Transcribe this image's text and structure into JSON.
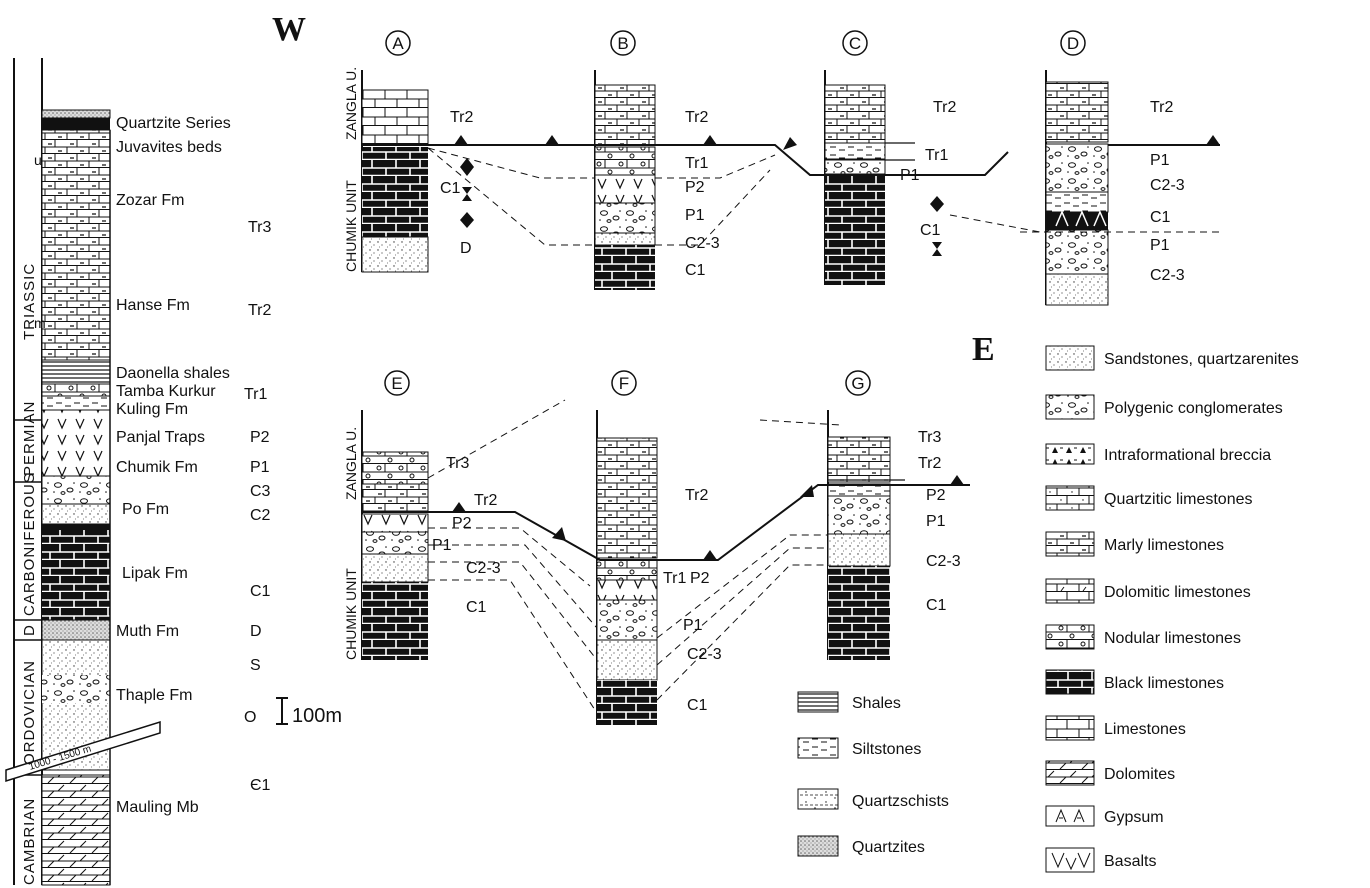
{
  "headings": {
    "west": "W",
    "east": "E"
  },
  "periods": [
    "TRIASSIC",
    "PERMIAN",
    "CARBONIFEROUS",
    "D",
    "ORDOVICIAN",
    "CAMBRIAN"
  ],
  "column_marks": [
    "u",
    "m"
  ],
  "formations": [
    {
      "name": "Quartzite Series",
      "age": ""
    },
    {
      "name": "Juvavites beds",
      "age": ""
    },
    {
      "name": "Zozar Fm",
      "age": "Tr3"
    },
    {
      "name": "Hanse Fm",
      "age": "Tr2"
    },
    {
      "name": "Daonella shales",
      "age": ""
    },
    {
      "name": "Tamba Kurkur",
      "age": "Tr1"
    },
    {
      "name": "Kuling Fm",
      "age": ""
    },
    {
      "name": "Panjal Traps",
      "age": "P2"
    },
    {
      "name": "Chumik Fm",
      "age": "P1"
    },
    {
      "name": "Po Fm",
      "age": "C3"
    },
    {
      "name": "",
      "age": "C2"
    },
    {
      "name": "Lipak Fm",
      "age": "C1"
    },
    {
      "name": "Muth Fm",
      "age": "D"
    },
    {
      "name": "",
      "age": "S"
    },
    {
      "name": "Thaple Fm",
      "age": "O"
    },
    {
      "name": "Mauling Mb",
      "age": "Є1"
    }
  ],
  "gap_note": "1000 - 1500 m",
  "scale_bar": "100m",
  "unit_labels": {
    "zangla": "ZANGLA U.",
    "chumik": "CHUMIK UNIT"
  },
  "sections": {
    "A": {
      "letter": "A",
      "labels": [
        "Tr2",
        "C1",
        "D"
      ]
    },
    "B": {
      "letter": "B",
      "labels": [
        "Tr2",
        "Tr1",
        "P2",
        "P1",
        "C2-3",
        "C1"
      ]
    },
    "C": {
      "letter": "C",
      "labels": [
        "Tr2",
        "Tr1",
        "P1",
        "C1"
      ]
    },
    "D": {
      "letter": "D",
      "labels": [
        "Tr2",
        "P1",
        "C2-3",
        "C1",
        "P1",
        "C2-3"
      ]
    },
    "E": {
      "letter": "E",
      "labels": [
        "Tr3",
        "Tr2",
        "P2",
        "P1",
        "C2-3",
        "C1"
      ]
    },
    "F": {
      "letter": "F",
      "labels": [
        "Tr2",
        "Tr1",
        "P2",
        "P1",
        "C2-3",
        "C1"
      ]
    },
    "G": {
      "letter": "G",
      "labels": [
        "Tr3",
        "Tr2",
        "P2",
        "P1",
        "C2-3",
        "C1"
      ]
    }
  },
  "legend_right": [
    "Sandstones, quartzarenites",
    "Polygenic conglomerates",
    "Intraformational breccia",
    "Quartzitic limestones",
    "Marly limestones",
    "Dolomitic limestones",
    "Nodular limestones",
    "Black limestones",
    "Limestones",
    "Dolomites",
    "Gypsum",
    "Basalts"
  ],
  "legend_left": [
    "Shales",
    "Siltstones",
    "Quartzschists",
    "Quartzites"
  ]
}
